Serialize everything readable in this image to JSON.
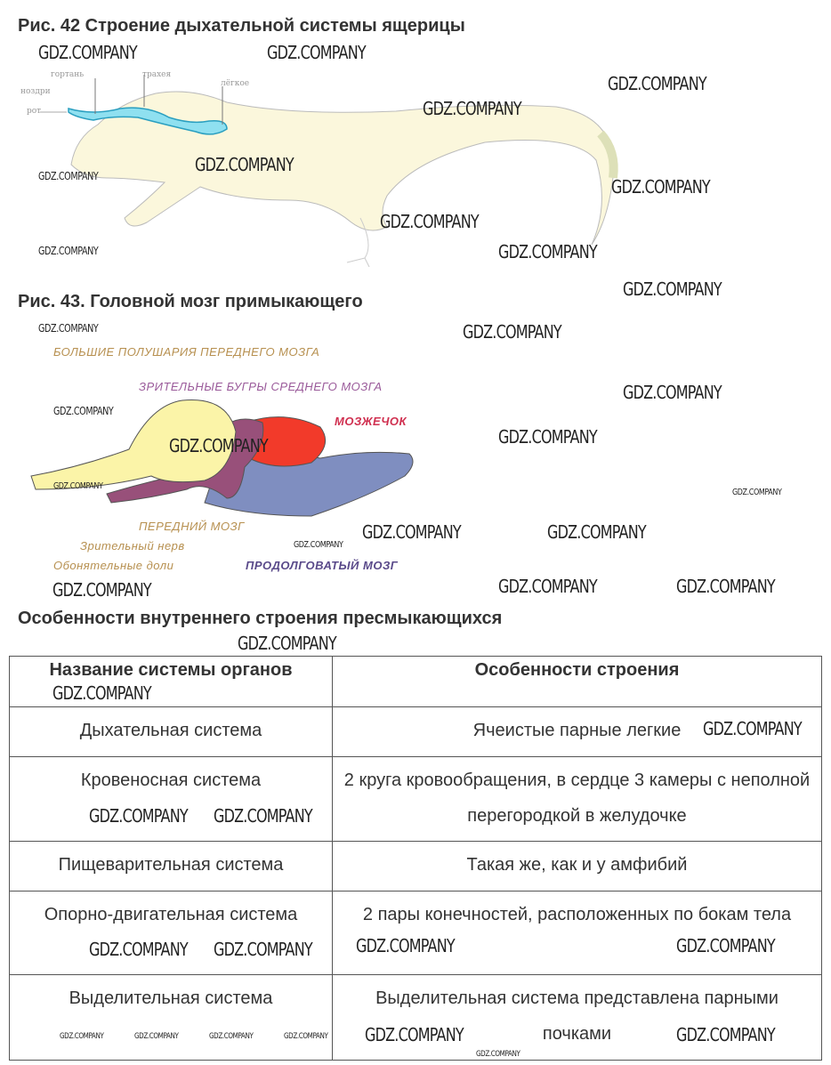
{
  "fig42": {
    "title": "Рис. 42 Строение дыхательной системы ящерицы",
    "labels": {
      "larynx": "гортань",
      "trachea": "трахея",
      "nostrils": "ноздри",
      "mouth": "рот",
      "lung": "лёгкое"
    }
  },
  "fig43": {
    "title": "Рис. 43. Головной мозг примыкающего",
    "labels": {
      "hemispheres": "БОЛЬШИЕ ПОЛУШАРИЯ ПЕРЕДНЕГО МОЗГА",
      "optic_lobes": "ЗРИТЕЛЬНЫЕ БУГРЫ СРЕДНЕГО МОЗГА",
      "cerebellum": "МОЗЖЕЧОК",
      "forebrain": "ПЕРЕДНИЙ МОЗГ",
      "optic_nerve": "Зрительный нерв",
      "olfactory": "Обонятельные доли",
      "medulla": "ПРОДОЛГОВАТЫЙ МОЗГ"
    }
  },
  "table_section": {
    "title": "Особенности внутреннего строения пресмыкающихся",
    "headers": [
      "Название системы органов",
      "Особенности строения"
    ],
    "rows": [
      [
        "Дыхательная система",
        "Ячеистые парные легкие"
      ],
      [
        "Кровеносная система",
        "2 круга кровообращения, в сердце 3 камеры с неполной перегородкой в желудочке"
      ],
      [
        "Пищеварительная система",
        "Такая же, как и у амфибий"
      ],
      [
        "Опорно-двигательная система",
        "2 пары конечностей, расположенных по бокам тела"
      ],
      [
        "Выделительная система",
        "Выделительная система представлена парными почками"
      ]
    ]
  },
  "watermark": "GDZ.COMPANY"
}
